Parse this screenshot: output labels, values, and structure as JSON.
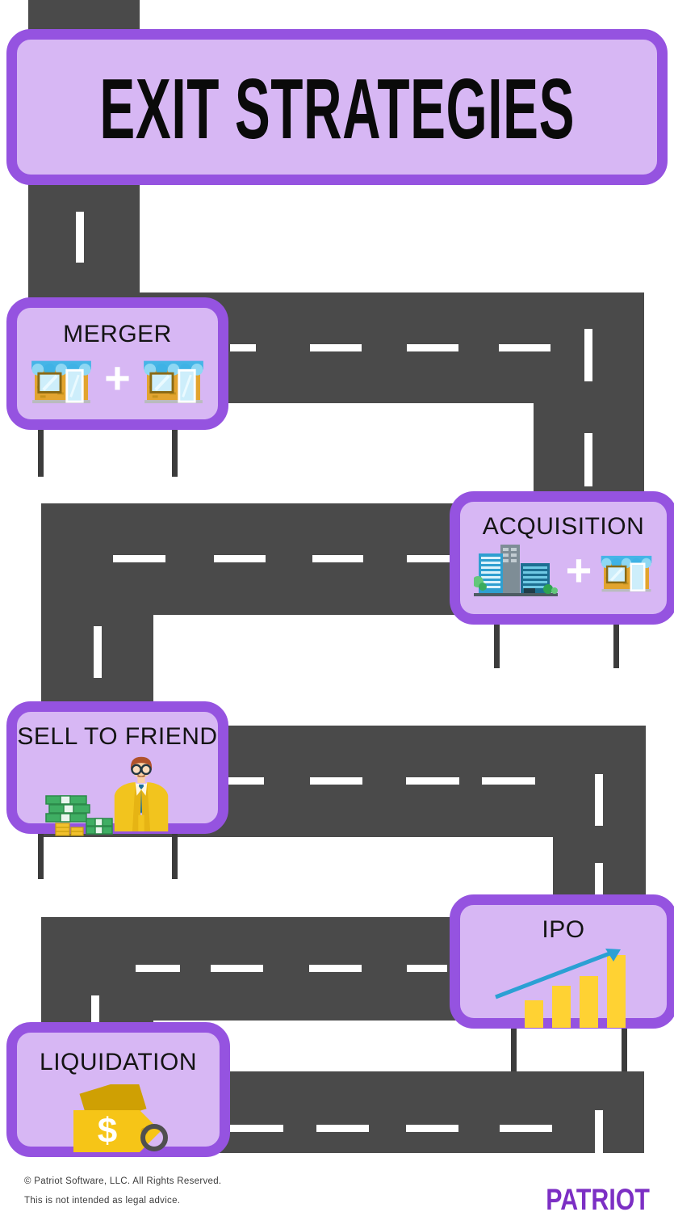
{
  "title": {
    "text": "EXIT STRATEGIES"
  },
  "signs": [
    {
      "id": "merger",
      "label": "MERGER",
      "icon": "two-storefronts-joined-by-plus"
    },
    {
      "id": "acquisition",
      "label": "ACQUISITION",
      "icon": "city-buildings-plus-storefront"
    },
    {
      "id": "sell_to_friend",
      "label": "SELL TO FRIEND",
      "icon": "cash-stacks-and-businessman"
    },
    {
      "id": "ipo",
      "label": "IPO",
      "icon": "rising-bar-chart-with-arrow"
    },
    {
      "id": "liquidation",
      "label": "LIQUIDATION",
      "icon": "price-tags-with-dollar-sign"
    }
  ],
  "glyphs": {
    "plus": "+",
    "dollar": "$"
  },
  "footer": {
    "line1": "© Patriot Software, LLC. All Rights Reserved.",
    "line2": "This is not intended as legal advice.",
    "logo": "PATRIOT"
  },
  "colors": {
    "road": "#4a4a4a",
    "road_dash": "#ffffff",
    "sign_border": "#9553e0",
    "sign_fill": "#d7b7f4",
    "sign_post": "#3c3c3c",
    "brand_purple": "#7c2fc4",
    "chart_yellow": "#ffd233",
    "arrow_blue": "#2ba0d4",
    "tag_gold": "#f6c517"
  }
}
